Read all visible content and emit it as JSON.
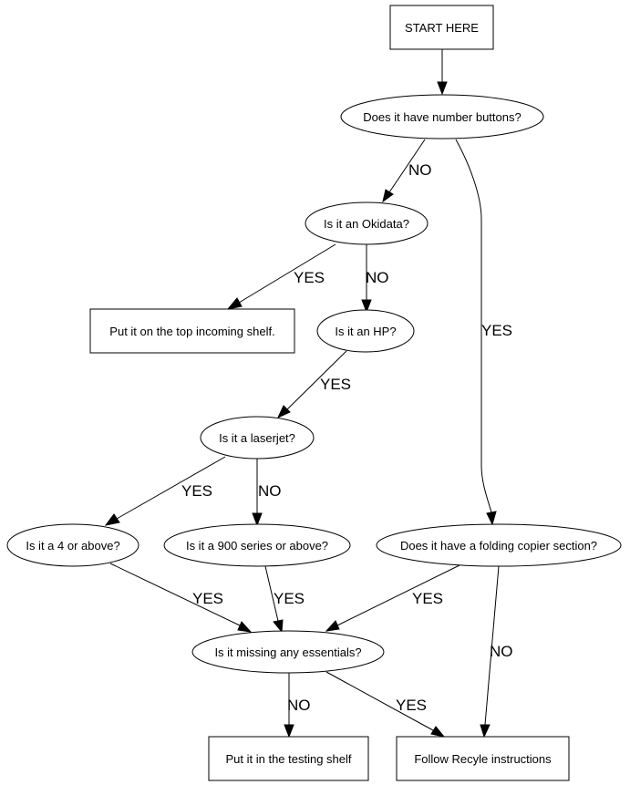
{
  "nodes": {
    "start": {
      "label": "START HERE",
      "shape": "box"
    },
    "number_buttons": {
      "label": "Does it have number buttons?",
      "shape": "ellipse"
    },
    "okidata": {
      "label": "Is it an Okidata?",
      "shape": "ellipse"
    },
    "top_shelf": {
      "label": "Put it on the top incoming shelf.",
      "shape": "box"
    },
    "hp": {
      "label": "Is it an HP?",
      "shape": "ellipse"
    },
    "laserjet": {
      "label": "Is it a laserjet?",
      "shape": "ellipse"
    },
    "four_or_above": {
      "label": "Is it a 4 or above?",
      "shape": "ellipse"
    },
    "nine_hundred": {
      "label": "Is it a 900 series or above?",
      "shape": "ellipse"
    },
    "folding_copier": {
      "label": "Does it have a folding copier section?",
      "shape": "ellipse"
    },
    "missing_essentials": {
      "label": "Is it missing any essentials?",
      "shape": "ellipse"
    },
    "testing_shelf": {
      "label": "Put it in the testing shelf",
      "shape": "box"
    },
    "recycle": {
      "label": "Follow Recyle instructions",
      "shape": "box"
    }
  },
  "edges": [
    {
      "from": "start",
      "to": "number_buttons",
      "label": ""
    },
    {
      "from": "number_buttons",
      "to": "okidata",
      "label": "NO"
    },
    {
      "from": "number_buttons",
      "to": "folding_copier",
      "label": "YES"
    },
    {
      "from": "okidata",
      "to": "top_shelf",
      "label": "YES"
    },
    {
      "from": "okidata",
      "to": "hp",
      "label": "NO"
    },
    {
      "from": "hp",
      "to": "laserjet",
      "label": "YES"
    },
    {
      "from": "laserjet",
      "to": "four_or_above",
      "label": "YES"
    },
    {
      "from": "laserjet",
      "to": "nine_hundred",
      "label": "NO"
    },
    {
      "from": "four_or_above",
      "to": "missing_essentials",
      "label": "YES"
    },
    {
      "from": "nine_hundred",
      "to": "missing_essentials",
      "label": "YES"
    },
    {
      "from": "folding_copier",
      "to": "missing_essentials",
      "label": "YES"
    },
    {
      "from": "folding_copier",
      "to": "recycle",
      "label": "NO"
    },
    {
      "from": "missing_essentials",
      "to": "testing_shelf",
      "label": "NO"
    },
    {
      "from": "missing_essentials",
      "to": "recycle",
      "label": "YES"
    }
  ]
}
